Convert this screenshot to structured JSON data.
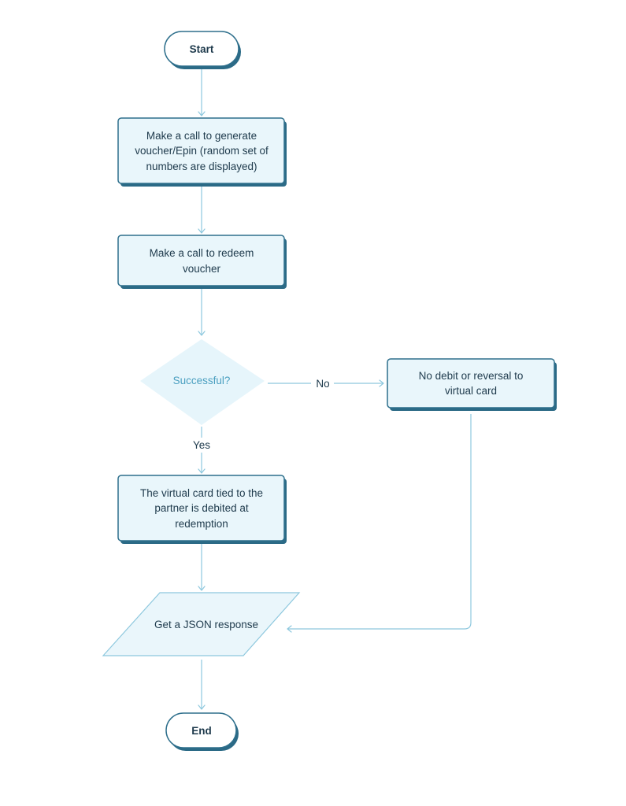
{
  "colors": {
    "node_fill": "#e9f6fb",
    "node_border": "#2e6f8c",
    "node_shadow": "#2b6a86",
    "connector": "#8ec8de",
    "text": "#1e3a4c",
    "decision_text": "#4a9fc0",
    "decision_fill": "#e6f5fb"
  },
  "nodes": {
    "start": {
      "label": "Start"
    },
    "generate_voucher": {
      "lines": [
        "Make a call to generate",
        "voucher/Epin (random set of",
        "numbers are displayed)"
      ]
    },
    "redeem_voucher": {
      "lines": [
        "Make a call to redeem",
        "voucher"
      ]
    },
    "decision": {
      "label": "Successful?"
    },
    "no_debit": {
      "lines": [
        "No debit or reversal to",
        "virtual card"
      ]
    },
    "card_debited": {
      "lines": [
        "The virtual card tied to the",
        "partner is debited at",
        "redemption"
      ]
    },
    "json_response": {
      "label": "Get a JSON response"
    },
    "end": {
      "label": "End"
    }
  },
  "edges": {
    "no_label": "No",
    "yes_label": "Yes"
  }
}
